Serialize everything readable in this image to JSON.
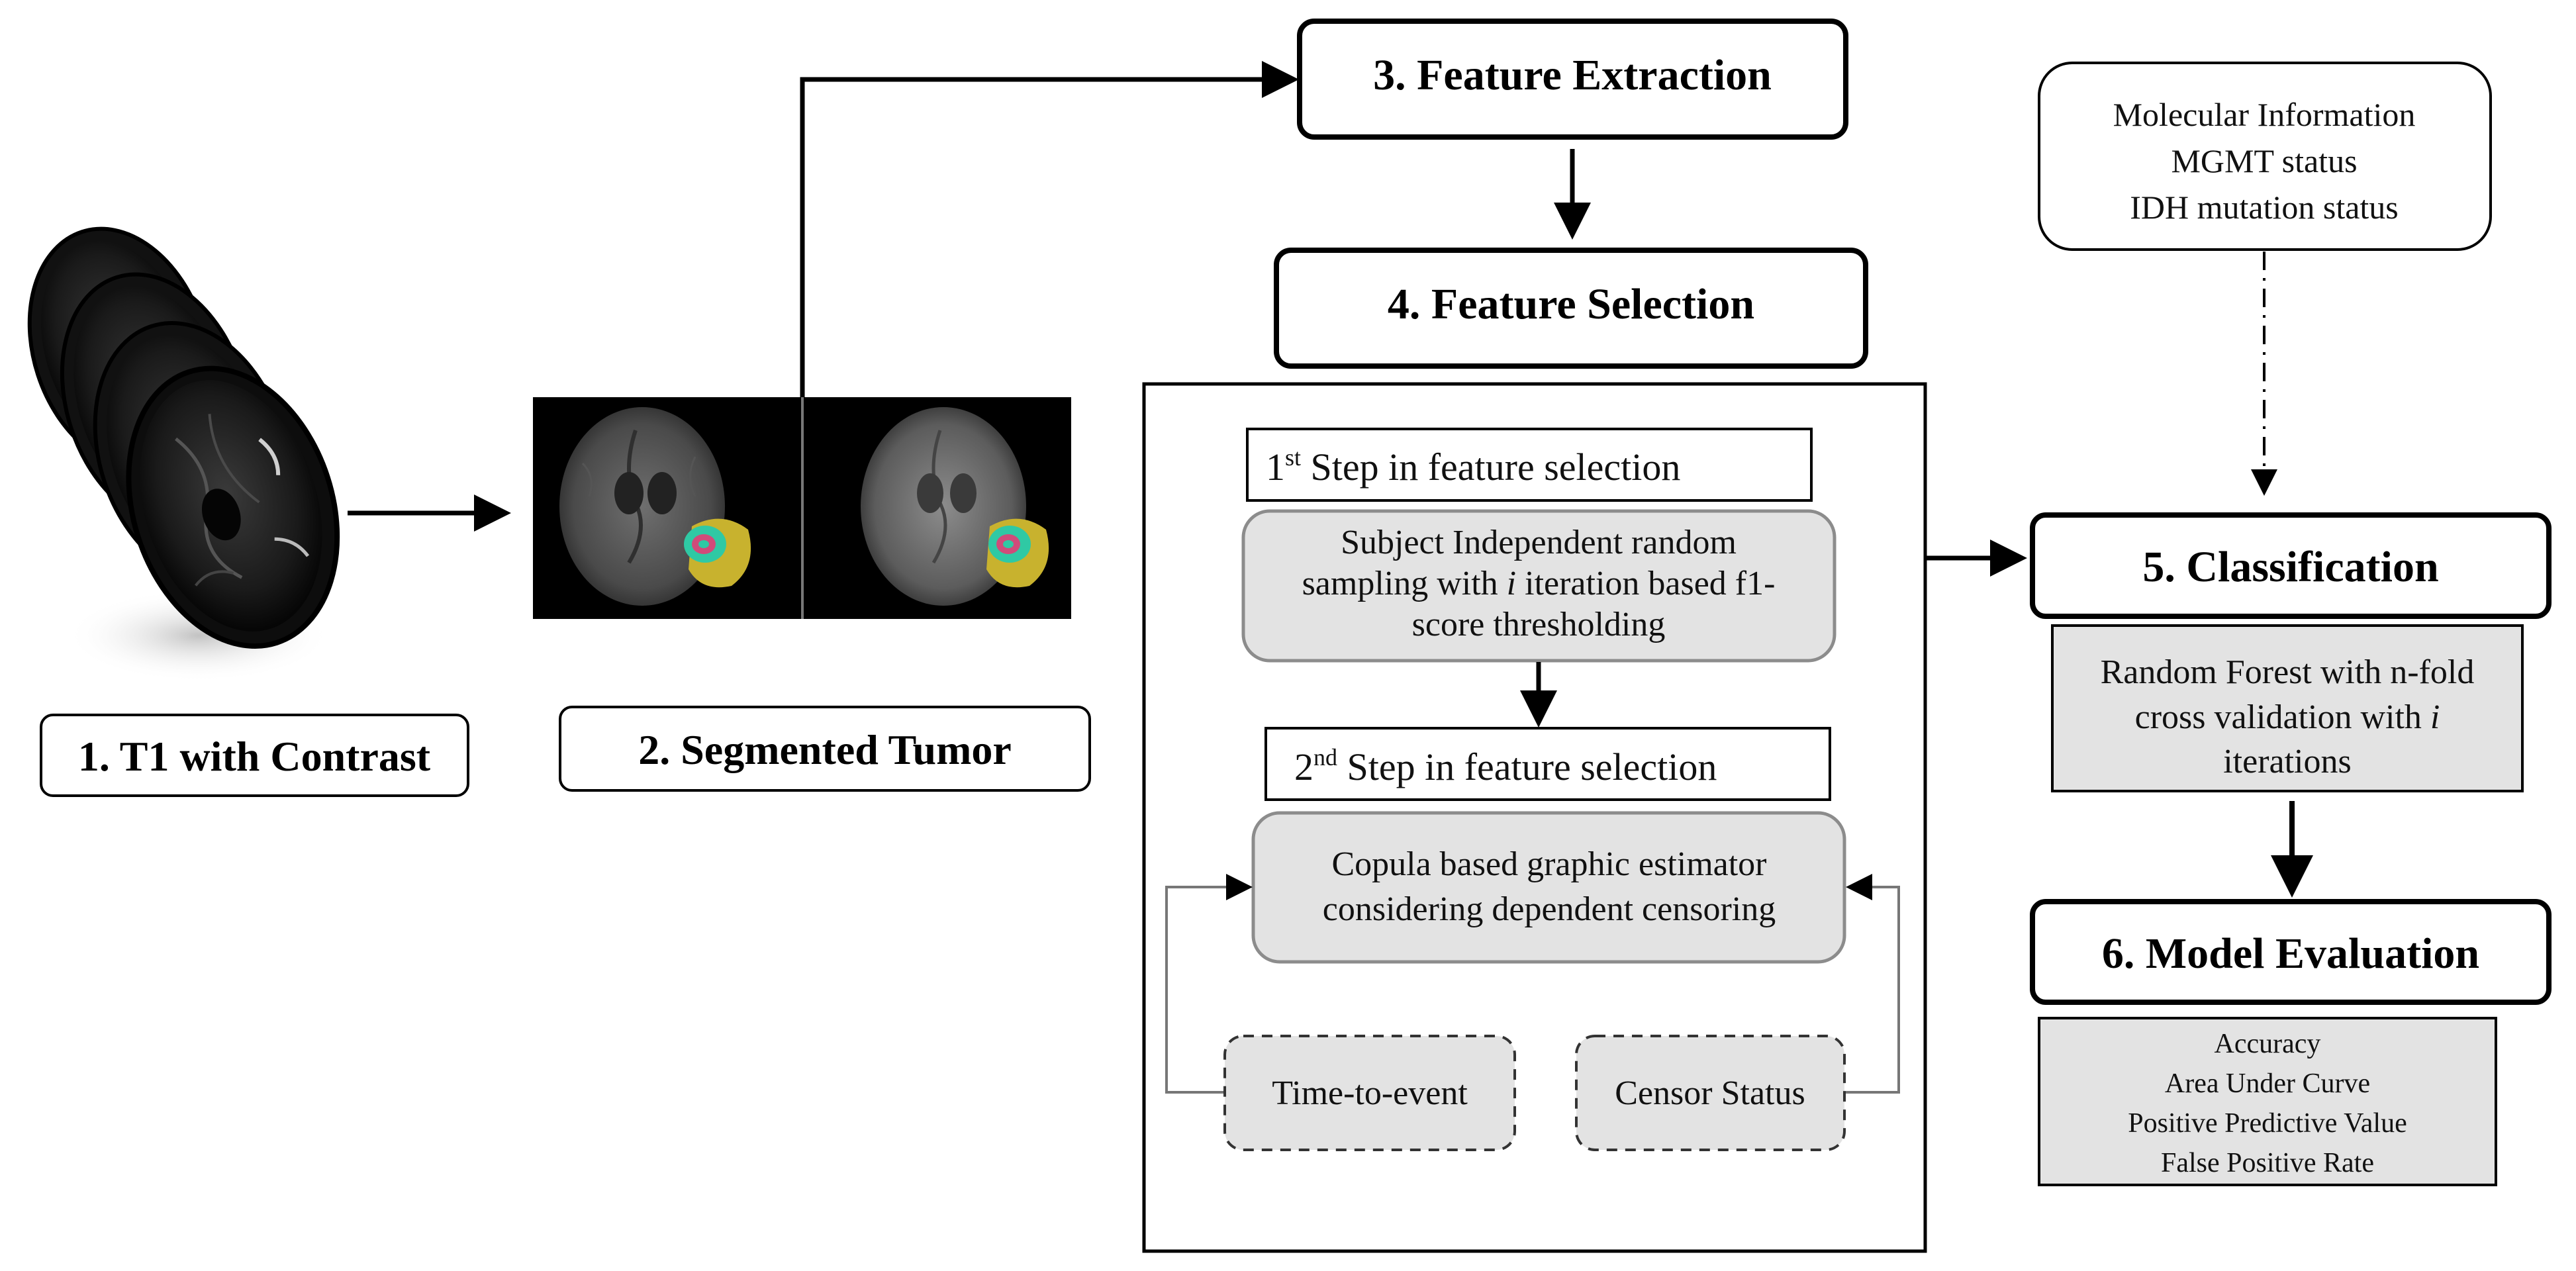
{
  "steps": {
    "s1": "1. T1 with Contrast",
    "s2": "2. Segmented Tumor",
    "s3": "3. Feature Extraction",
    "s4": "4. Feature Selection",
    "s5": "5. Classification",
    "s6": "6. Model Evaluation"
  },
  "feature_selection": {
    "step1_prefix": "1",
    "step1_sup": "st",
    "step1_rest": " Step in feature selection",
    "step1_desc_line1": "Subject Independent random",
    "step1_desc_line2_pre": "sampling with ",
    "step1_desc_line2_italic": "i",
    "step1_desc_line2_post": " iteration based f1-",
    "step1_desc_line3": "score thresholding",
    "step2_prefix": "2",
    "step2_sup": "nd",
    "step2_rest": " Step in feature selection",
    "step2_desc_line1": "Copula based graphic estimator",
    "step2_desc_line2": "considering dependent censoring",
    "time_to_event": "Time-to-event",
    "censor_status": "Censor Status"
  },
  "molecular": {
    "line1": "Molecular  Information",
    "line2": "MGMT status",
    "line3": "IDH mutation status"
  },
  "classification": {
    "line1": "Random Forest with n-fold",
    "line2_pre": "cross validation with ",
    "line2_italic": "i",
    "line3": "iterations"
  },
  "evaluation": {
    "metrics": [
      "Accuracy",
      "Area Under Curve",
      "Positive Predictive Value",
      "False Positive Rate"
    ]
  },
  "colors": {
    "box_fill_gray": "#e3e3e3",
    "box_stroke": "#000000",
    "rounded_stroke_gray": "#8c8c8c",
    "tumor_yellow": "#c8b22e",
    "tumor_green": "#2fc9a4",
    "tumor_pink": "#d04b7a"
  },
  "icons": [
    "brain-mri-stack-icon",
    "segmented-tumor-image-flair",
    "segmented-tumor-image-t1"
  ]
}
